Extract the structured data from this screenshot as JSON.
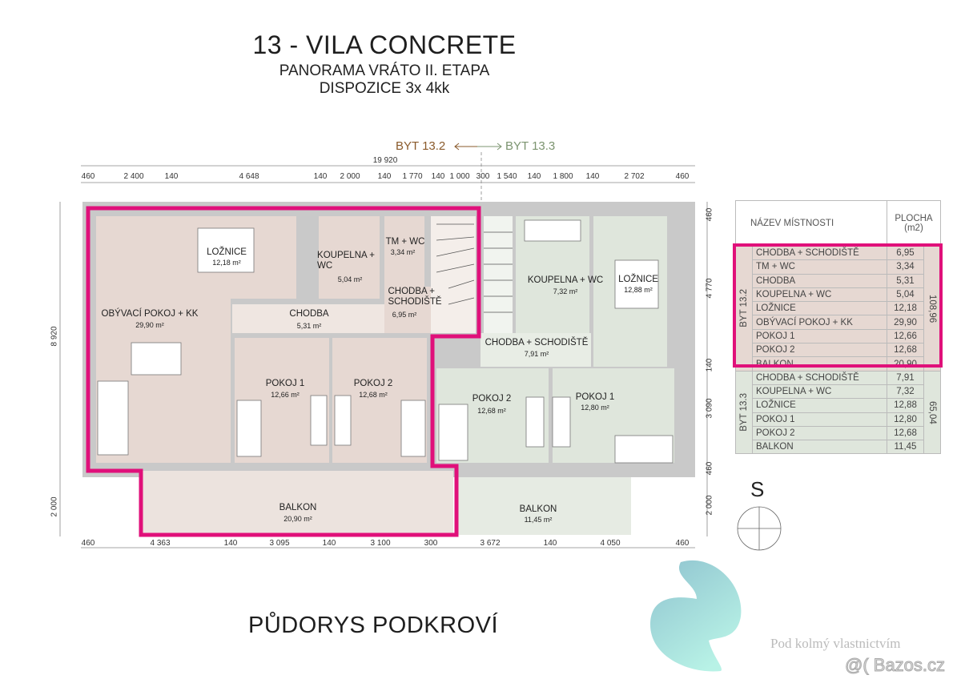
{
  "header": {
    "title": "13 - VILA CONCRETE",
    "subtitle_1": "PANORAMA VRÁTO II. ETAPA",
    "subtitle_2": "DISPOZICE 3x 4kk"
  },
  "legend": {
    "byt_left": "BYT 13.2",
    "byt_right": "BYT 13.3",
    "byt_left_color": "#8a5a2b",
    "byt_right_color": "#7c9470",
    "arrow_icon": "double-arrow-icon"
  },
  "dimensions": {
    "total_width": "19 920",
    "top": [
      "460",
      "2 400",
      "140",
      "4 648",
      "140",
      "2 000",
      "140",
      "1 770",
      "140",
      "1 000",
      "300",
      "1 540",
      "140",
      "1 800",
      "140",
      "2 702",
      "460"
    ],
    "bottom": [
      "460",
      "4 363",
      "140",
      "3 095",
      "140",
      "3 100",
      "300",
      "3 672",
      "140",
      "4 050",
      "460"
    ],
    "left": [
      "8 920",
      "2 000"
    ],
    "right": [
      "460",
      "4 770",
      "140",
      "3 090",
      "460",
      "2 000"
    ]
  },
  "rooms_13_2": [
    {
      "name": "LOŽNICE",
      "area": "12,18 m²"
    },
    {
      "name": "OBÝVACÍ POKOJ + KK",
      "area": "29,90 m²"
    },
    {
      "name": "KOUPELNA +\nWC",
      "area": "5,04 m²"
    },
    {
      "name": "TM + WC",
      "area": "3,34 m²"
    },
    {
      "name": "CHODBA",
      "area": "5,31 m²"
    },
    {
      "name": "CHODBA +\nSCHODIŠTĚ",
      "area": "6,95 m²"
    },
    {
      "name": "POKOJ 1",
      "area": "12,66 m²"
    },
    {
      "name": "POKOJ 2",
      "area": "12,68 m²"
    },
    {
      "name": "BALKON",
      "area": "20,90 m²"
    }
  ],
  "rooms_13_3": [
    {
      "name": "KOUPELNA + WC",
      "area": "7,32 m²"
    },
    {
      "name": "LOŽNICE",
      "area": "12,88 m²"
    },
    {
      "name": "CHODBA + SCHODIŠTĚ",
      "area": "7,91 m²"
    },
    {
      "name": "POKOJ 2",
      "area": "12,68 m²"
    },
    {
      "name": "POKOJ 1",
      "area": "12,80 m²"
    },
    {
      "name": "BALKON",
      "area": "11,45 m²"
    }
  ],
  "table": {
    "col_name": "NÁZEV MÍSTNOSTI",
    "col_area": "PLOCHA",
    "col_area_unit": "(m2)",
    "groups": [
      {
        "label": "BYT 13.2",
        "total": "108,96",
        "fill": "#e6d8d2",
        "rows": [
          [
            "CHODBA + SCHODIŠTĚ",
            "6,95"
          ],
          [
            "TM + WC",
            "3,34"
          ],
          [
            "CHODBA",
            "5,31"
          ],
          [
            "KOUPELNA + WC",
            "5,04"
          ],
          [
            "LOŽNICE",
            "12,18"
          ],
          [
            "OBÝVACÍ POKOJ + KK",
            "29,90"
          ],
          [
            "POKOJ 1",
            "12,66"
          ],
          [
            "POKOJ 2",
            "12,68"
          ],
          [
            "BALKON",
            "20,90"
          ]
        ]
      },
      {
        "label": "BYT 13.3",
        "total": "65,04",
        "fill": "#dfe6dc",
        "rows": [
          [
            "CHODBA + SCHODIŠTĚ",
            "7,91"
          ],
          [
            "KOUPELNA + WC",
            "7,32"
          ],
          [
            "LOŽNICE",
            "12,88"
          ],
          [
            "POKOJ 1",
            "12,80"
          ],
          [
            "POKOJ 2",
            "12,68"
          ],
          [
            "BALKON",
            "11,45"
          ]
        ]
      }
    ]
  },
  "compass": {
    "label": "S",
    "icon": "compass-icon"
  },
  "footer": {
    "title": "PŮDORYS PODKROVÍ"
  },
  "watermark": {
    "text": "Pod kolmý vlastnictvím",
    "brand": "@( Bazos.cz"
  },
  "colors": {
    "highlight": "#e0107a",
    "byt_13_2_fill": "#e6d8d2",
    "byt_13_3_fill": "#dfe6dc",
    "wall": "#c9c9c9"
  }
}
